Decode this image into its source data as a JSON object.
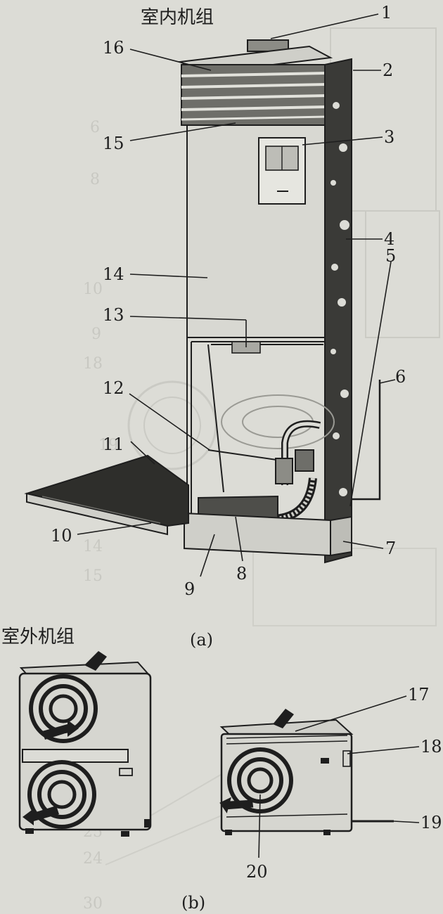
{
  "titles": {
    "indoor": "室内机组",
    "outdoor": "室外机组"
  },
  "captions": {
    "a": "(a)",
    "b": "(b)"
  },
  "labels": {
    "n1": "1",
    "n2": "2",
    "n3": "3",
    "n4": "4",
    "n5": "5",
    "n6": "6",
    "n7": "7",
    "n8": "8",
    "n9": "9",
    "n10": "10",
    "n11": "11",
    "n12": "12",
    "n13": "13",
    "n14": "14",
    "n15": "15",
    "n16": "16",
    "n17": "17",
    "n18": "18",
    "n19": "19",
    "n20": "20"
  },
  "colors": {
    "paper": "#dcdcd6",
    "ink": "#1e1e1e",
    "ghost": "#b9b9b2"
  }
}
